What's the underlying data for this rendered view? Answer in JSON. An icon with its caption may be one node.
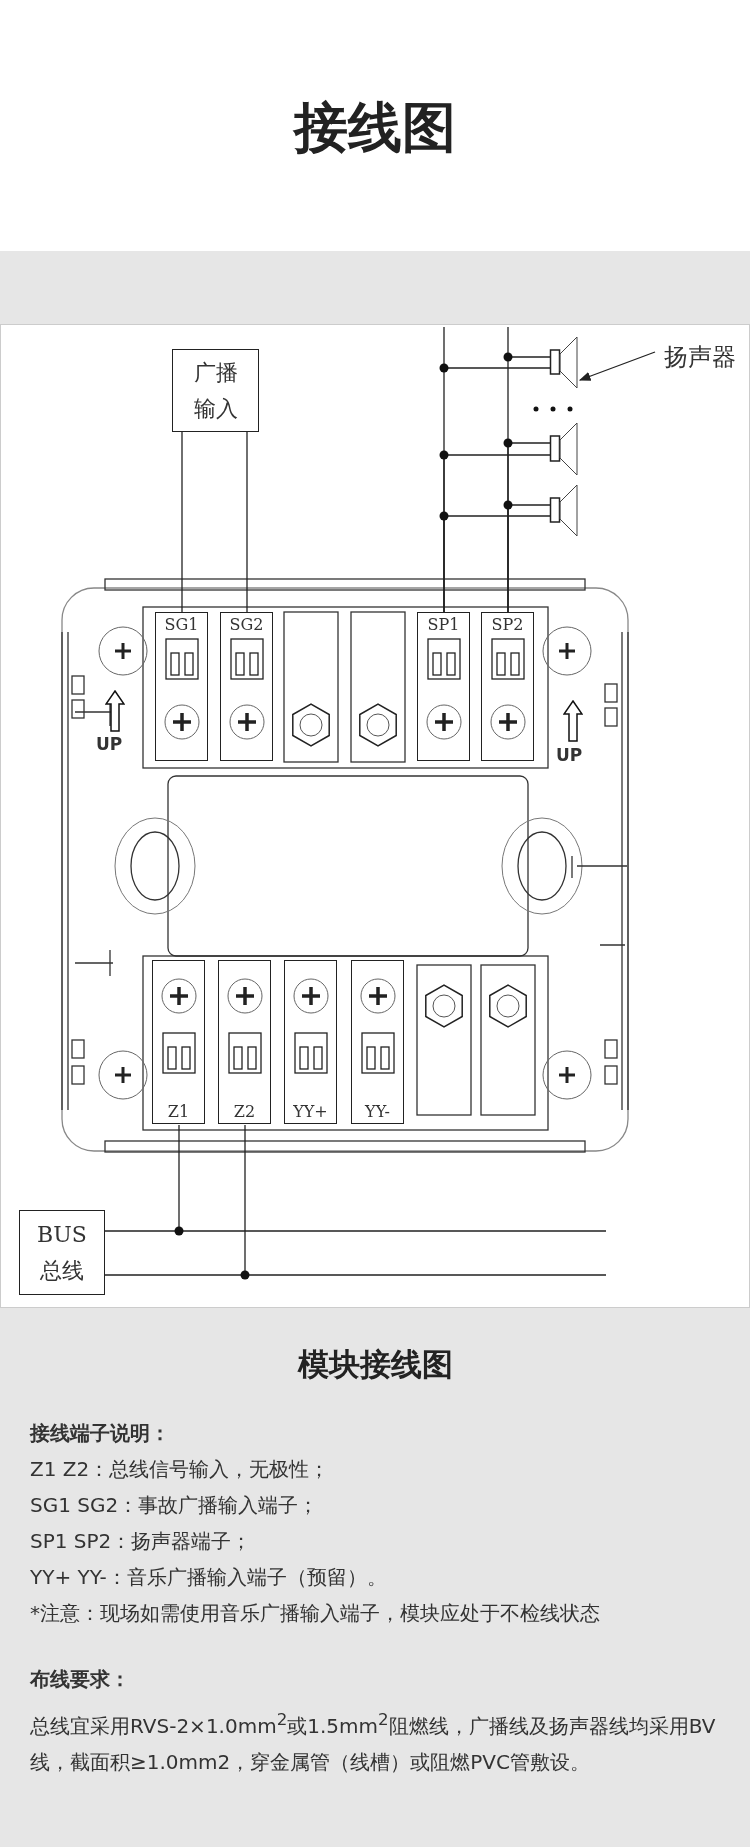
{
  "diagram": {
    "title": "接线图",
    "caption": "模块接线图",
    "nodes": [
      {
        "text": [
          "广播输入"
        ]
      },
      {
        "text": [
          "扬声器"
        ]
      },
      {
        "text": [],
        "shape": "speaker"
      },
      {
        "text": [],
        "shape": "speaker"
      },
      {
        "text": [],
        "shape": "speaker"
      },
      {
        "text": [],
        "shape": "picture"
      },
      {
        "text": [
          "SG1"
        ],
        "in": 5
      },
      {
        "text": [
          "SG2"
        ],
        "in": 5
      },
      {
        "text": [
          "SP1"
        ],
        "in": 5
      },
      {
        "text": [
          "SP2"
        ],
        "in": 5
      },
      {
        "text": [
          "Z1"
        ],
        "in": 5
      },
      {
        "text": [
          "Z2"
        ],
        "in": 5
      },
      {
        "text": [
          "YY+"
        ],
        "in": 5
      },
      {
        "text": [
          "YY-"
        ],
        "in": 5
      },
      {
        "text": [
          "BUS 总线"
        ]
      }
    ],
    "edges": [
      {
        "from": 0,
        "to": 6,
        "arrow": "none"
      },
      {
        "from": 0,
        "to": 7,
        "arrow": "none"
      },
      {
        "from": 8,
        "to": 2,
        "arrow": "none"
      },
      {
        "from": 9,
        "to": 2,
        "arrow": "none"
      },
      {
        "from": 8,
        "to": 3,
        "arrow": "none"
      },
      {
        "from": 9,
        "to": 3,
        "arrow": "none"
      },
      {
        "from": 8,
        "to": 4,
        "arrow": "none"
      },
      {
        "from": 9,
        "to": 4,
        "arrow": "none"
      },
      {
        "from": 10,
        "to": 14,
        "arrow": "none"
      },
      {
        "from": 11,
        "to": 14,
        "arrow": "none"
      },
      {
        "from": 1,
        "to": 2,
        "arrow": "to"
      }
    ],
    "labels": [
      "UP",
      "UP",
      "接线端子说明：",
      "Z1 Z2：总线信号输入，无极性；",
      "SG1 SG2：事故广播输入端子；",
      "SP1 SP2：扬声器端子；",
      "YY+ YY-：音乐广播输入端子（预留）。",
      "*注意：现场如需使用音乐广播输入端子，模块应处于不检线状态",
      "布线要求：",
      "总线宜采用RVS-2×1.0mm$^{2}$或1.5mm$^{2}$阻燃线，广播线及扬声器线均采用BV线，截面积≥1.0mm2，穿金属管（线槽）或阻燃PVC管敷设。"
    ]
  }
}
